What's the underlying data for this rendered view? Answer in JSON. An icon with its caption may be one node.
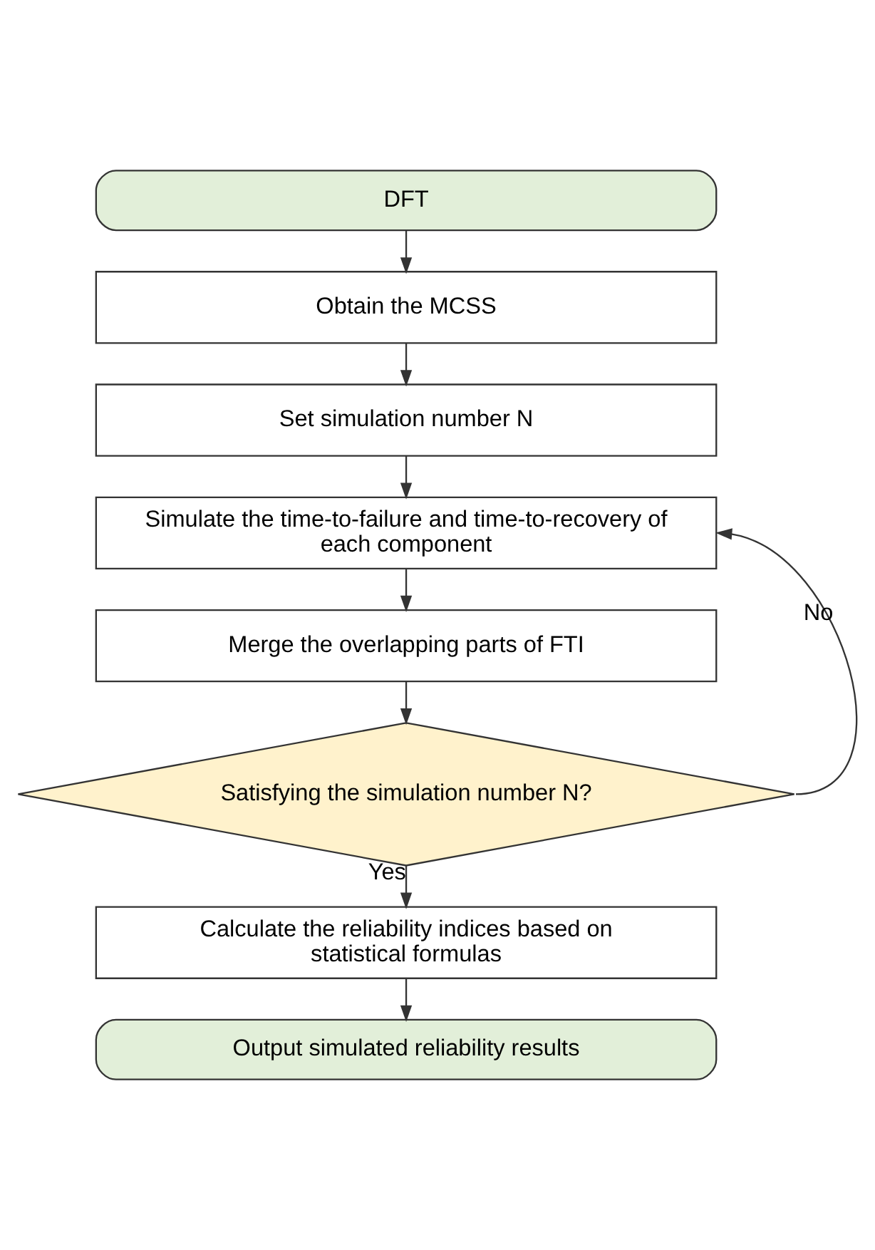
{
  "diagram": {
    "nodes": [
      {
        "text": [
          "DFT"
        ]
      },
      {
        "text": [
          "Obtain the MCSS"
        ]
      },
      {
        "text": [
          "Set simulation number N"
        ]
      },
      {
        "text": [
          "Simulate the time-to-failure and time-to-recovery of each component"
        ]
      },
      {
        "text": [
          "Merge the overlapping parts of FTI"
        ]
      },
      {
        "text": [
          "Satisfying the simulation number N?"
        ]
      },
      {
        "text": [
          "Calculate the reliability indices based on statistical formulas"
        ]
      },
      {
        "text": [
          "Output simulated reliability results"
        ]
      }
    ],
    "edges": [
      {
        "from": 0,
        "to": 1,
        "arrow": "to"
      },
      {
        "from": 1,
        "to": 2,
        "arrow": "to"
      },
      {
        "from": 2,
        "to": 3,
        "arrow": "to"
      },
      {
        "from": 3,
        "to": 4,
        "arrow": "to"
      },
      {
        "from": 4,
        "to": 5,
        "arrow": "to"
      },
      {
        "from": 5,
        "to": 3,
        "arrow": "to",
        "label": "No"
      },
      {
        "from": 5,
        "to": 6,
        "arrow": "to",
        "label": "Yes"
      },
      {
        "from": 6,
        "to": 7,
        "arrow": "to"
      }
    ]
  }
}
